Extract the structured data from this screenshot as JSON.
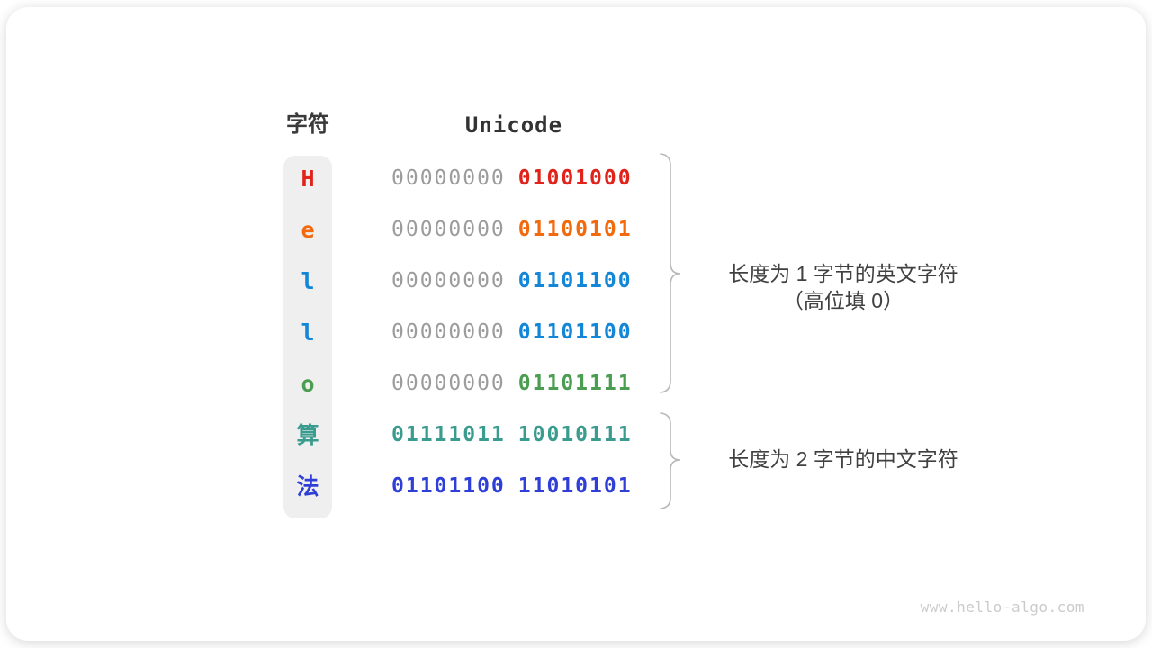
{
  "page": {
    "watermark": "www.hello-algo.com"
  },
  "table": {
    "headers": {
      "char": "字符",
      "unicode": "Unicode"
    },
    "rows": [
      {
        "char": "H",
        "color": "#e0241b",
        "byte1": "00000000",
        "byte1_color": "#9c9c9c",
        "byte2": "01001000",
        "byte2_color": "#e0241b"
      },
      {
        "char": "e",
        "color": "#f26a0e",
        "byte1": "00000000",
        "byte1_color": "#9c9c9c",
        "byte2": "01100101",
        "byte2_color": "#f26a0e"
      },
      {
        "char": "l",
        "color": "#1486d8",
        "byte1": "00000000",
        "byte1_color": "#9c9c9c",
        "byte2": "01101100",
        "byte2_color": "#1486d8"
      },
      {
        "char": "l",
        "color": "#1486d8",
        "byte1": "00000000",
        "byte1_color": "#9c9c9c",
        "byte2": "01101100",
        "byte2_color": "#1486d8"
      },
      {
        "char": "o",
        "color": "#4a9d51",
        "byte1": "00000000",
        "byte1_color": "#9c9c9c",
        "byte2": "01101111",
        "byte2_color": "#4a9d51"
      },
      {
        "char": "算",
        "color": "#3a9c8e",
        "byte1": "01111011",
        "byte1_color": "#3a9c8e",
        "byte2": "10010111",
        "byte2_color": "#3a9c8e"
      },
      {
        "char": "法",
        "color": "#2e3ed6",
        "byte1": "01101100",
        "byte1_color": "#2e3ed6",
        "byte2": "11010101",
        "byte2_color": "#2e3ed6"
      }
    ]
  },
  "annotations": {
    "english_group": {
      "line1": "长度为 1 字节的英文字符",
      "line2": "（高位填 0）"
    },
    "chinese_group": {
      "line1": "长度为 2 字节的中文字符"
    }
  },
  "colors": {
    "column_background": "#efefef",
    "padding_zero_gray": "#9c9c9c",
    "brace": "#b8b8b8",
    "annotation_text": "#404040",
    "header_text": "#3a3a3a"
  }
}
